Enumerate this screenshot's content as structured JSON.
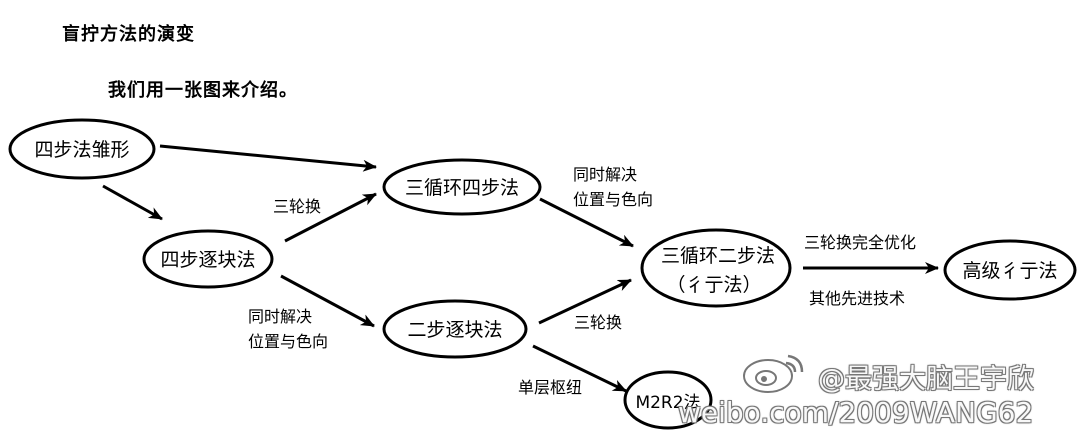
{
  "header": {
    "title": "盲拧方法的演变",
    "subtitle": "我们用一张图来介绍。"
  },
  "nodes": {
    "n1": "四步法雏形",
    "n2": "四步逐块法",
    "n3": "三循环四步法",
    "n4": "二步逐块法",
    "n5_line1": "三循环二步法",
    "n5_line2": "（彳亍法）",
    "n6": "高级彳亍法",
    "n7": "M2R2法"
  },
  "edges": {
    "e_2_3": "三轮换",
    "e_2_4_line1": "同时解决",
    "e_2_4_line2": "位置与色向",
    "e_3_5_line1": "同时解决",
    "e_3_5_line2": "位置与色向",
    "e_4_5": "三轮换",
    "e_5_6_top": "三轮换完全优化",
    "e_5_6_bottom": "其他先进技术",
    "e_4_7": "单层枢纽"
  },
  "watermark": {
    "handle": "@最强大脑王宇欣",
    "url": "weibo.com/2009WANG62",
    "logo_icon": "weibo-logo-icon"
  }
}
